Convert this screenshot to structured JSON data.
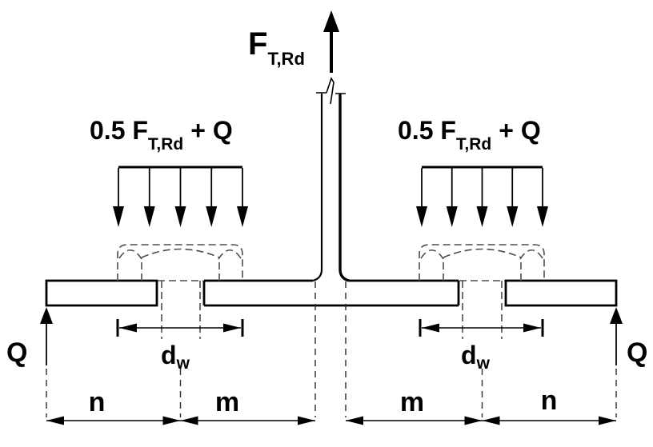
{
  "colors": {
    "line": "#000000",
    "hidden": "#4d4d4d",
    "centerline": "#2b2b2b",
    "background": "#ffffff"
  },
  "labels": {
    "tension_force": {
      "main": "F",
      "sub": "T,Rd"
    },
    "load_left": {
      "prefix": "0.5 F",
      "sub": "T,Rd",
      "suffix": "+ Q"
    },
    "load_right": {
      "prefix": "0.5 F",
      "sub": "T,Rd",
      "suffix": "+ Q"
    },
    "prying_left": "Q",
    "prying_right": "Q",
    "washer_left": {
      "main": "d",
      "sub": "w"
    },
    "washer_right": {
      "main": "d",
      "sub": "w"
    },
    "dims": {
      "n_left": "n",
      "m_left": "m",
      "m_right": "m",
      "n_right": "n"
    }
  }
}
